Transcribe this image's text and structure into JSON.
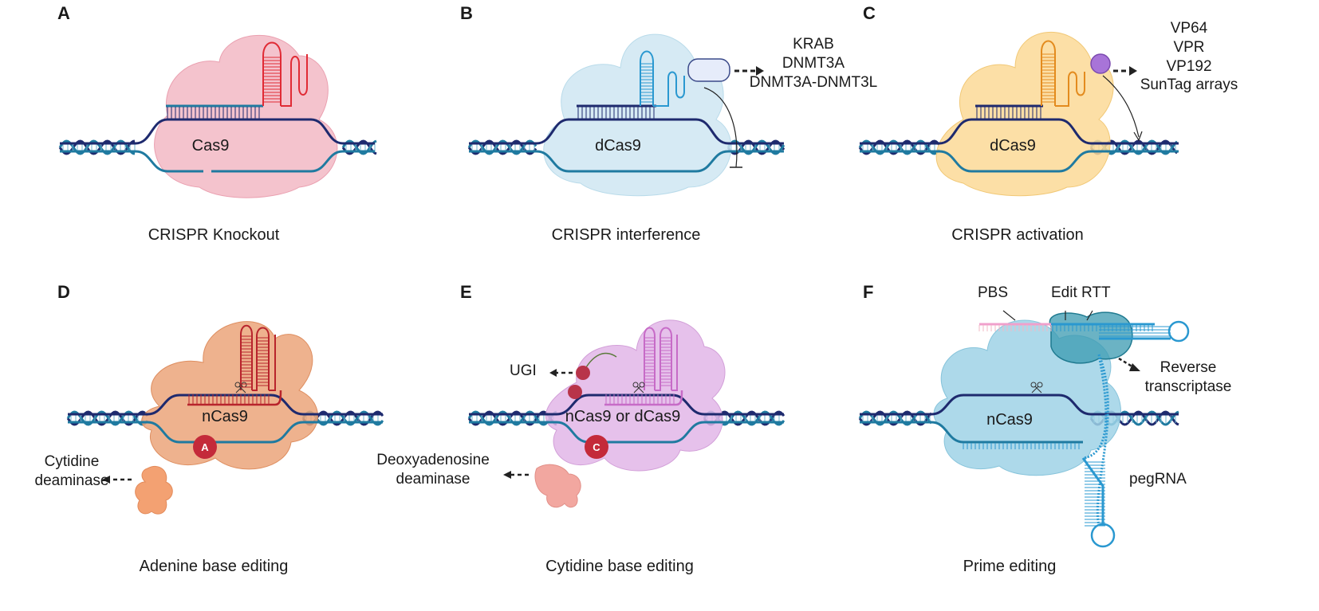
{
  "colors": {
    "dna_strand_a": "#1e2a6e",
    "dna_strand_b": "#1f7aa0",
    "cas9_pink": "#f2b8c4",
    "dcas9_blue": "#cfe6f2",
    "dcas9_yellow": "#fbd997",
    "ncas9_orange": "#eba57a",
    "ncas9_purple": "#e2b6e8",
    "ncas9_cyan": "#9fd2e6",
    "guide_red": "#e02b35",
    "guide_blue": "#2a98d0",
    "guide_orange": "#e38b1e",
    "guide_darkred": "#b8242c",
    "guide_purple": "#c76bc7",
    "badge_red": "#c42a3a",
    "activator_purple": "#a874d8",
    "deaminase_pink": "#f2a7a0"
  },
  "panels": [
    {
      "letter": "A",
      "protein": "Cas9",
      "caption": "CRISPR Knockout"
    },
    {
      "letter": "B",
      "protein": "dCas9",
      "caption": "CRISPR interference",
      "effectors": [
        "KRAB",
        "DNMT3A",
        "DNMT3A-DNMT3L"
      ]
    },
    {
      "letter": "C",
      "protein": "dCas9",
      "caption": "CRISPR activation",
      "effectors": [
        "VP64",
        "VPR",
        "VP192",
        "SunTag arrays"
      ]
    },
    {
      "letter": "D",
      "protein": "nCas9",
      "caption": "Adenine base editing",
      "badge": "A",
      "deaminase": [
        "Cytidine",
        "deaminase"
      ]
    },
    {
      "letter": "E",
      "protein": "nCas9 or dCas9",
      "caption": "Cytidine base editing",
      "badge": "C",
      "ugi": "UGI",
      "deaminase": [
        "Deoxyadenosine",
        "deaminase"
      ]
    },
    {
      "letter": "F",
      "protein": "nCas9",
      "caption": "Prime editing",
      "pbs": "PBS",
      "edit_rtt": "Edit RTT",
      "rt": [
        "Reverse",
        "transcriptase"
      ],
      "pegrna": "pegRNA"
    }
  ]
}
